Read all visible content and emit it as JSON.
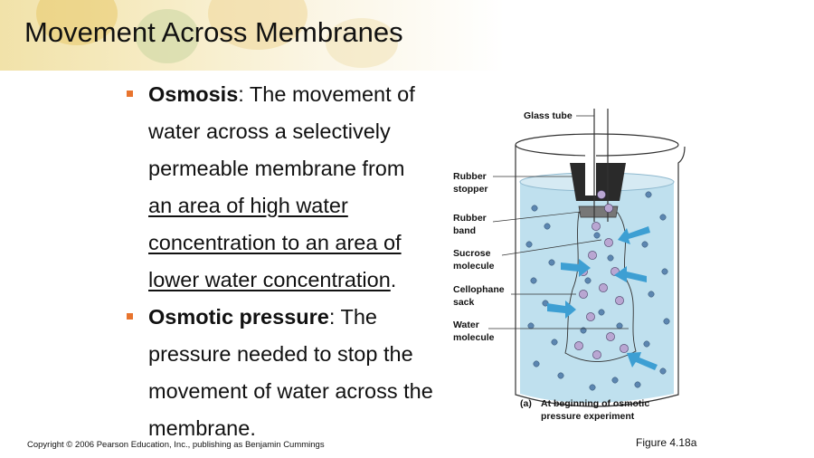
{
  "slide": {
    "title": "Movement Across Membranes",
    "copyright": "Copyright © 2006 Pearson Education, Inc., publishing as Benjamin Cummings",
    "figure_label": "Figure 4.18a"
  },
  "bullets": [
    {
      "term": "Osmosis",
      "plain": ": The movement of water across a selectively permeable membrane from ",
      "underlined": "an area of high water concentration to an area of lower water concentration",
      "end": "."
    },
    {
      "term": "Osmotic pressure",
      "plain": ": The pressure needed to stop the movement of water across the membrane.",
      "underlined": "",
      "end": ""
    }
  ],
  "figure": {
    "labels": {
      "glass_tube": "Glass tube",
      "rubber_stopper_1": "Rubber",
      "rubber_stopper_2": "stopper",
      "rubber_band_1": "Rubber",
      "rubber_band_2": "band",
      "sucrose_1": "Sucrose",
      "sucrose_2": "molecule",
      "cellophane_1": "Cellophane",
      "cellophane_2": "sack",
      "water_1": "Water",
      "water_2": "molecule"
    },
    "caption_letter": "(a)",
    "caption_line1": "At beginning of osmotic",
    "caption_line2": "pressure experiment",
    "colors": {
      "water": "#bfe0ee",
      "water_molecule": "#5c86b0",
      "sucrose": "#b9a6d2",
      "arrow": "#3d9fd3",
      "stopper": "#2a2a2a"
    }
  }
}
